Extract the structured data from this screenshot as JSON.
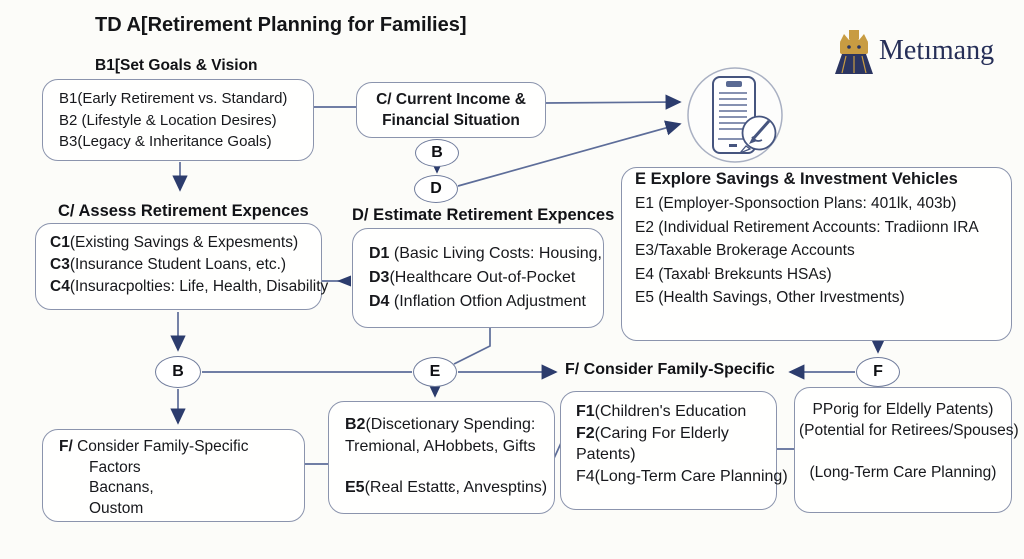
{
  "title": "TD A[Retirement Planning for Families]",
  "logo": {
    "brand": "Metımang"
  },
  "headings": {
    "goals": "B1[Set Goals & Vision",
    "assess": "C/ Assess Retirement Expences",
    "estimate": "D/ Estimate Retirement Expences",
    "family": "F/ Consider Family-Specific"
  },
  "nodes": {
    "b_upper": "B",
    "d_upper": "D",
    "b_lower": "B",
    "e_lower": "E",
    "f_lower": "F"
  },
  "boxes": {
    "goals": {
      "lines": [
        {
          "b": "",
          "t": "B1(Early Retirement vs. Standard)"
        },
        {
          "b": "",
          "t": "B2 (Lifestyle & Location Desires)"
        },
        {
          "b": "",
          "t": "B3(Legacy & Inheritance Goals)"
        }
      ]
    },
    "current": {
      "line1": "C/ Current Income &",
      "line2": "Financial Situation"
    },
    "explore": {
      "title": "E Explore Savings & Investment Vehicles",
      "lines": [
        "E1 (Employer-Sponsoction Plans: 401lk, 403b)",
        "E2 (Individual Retirement Accounts: Tradiionn IRA",
        "E3/Taxable Brokerage Accounts",
        "E4 (Taxabŀ Brekɛunts HSAs)",
        "E5 (Health Savings, Other Irvestments)"
      ]
    },
    "assess": {
      "lines": [
        {
          "b": "C1",
          "t": "(Existing Savings & Expesments)"
        },
        {
          "b": "C3",
          "t": "(Insurance Student Loans, etc.)"
        },
        {
          "b": "C4",
          "t": "(Insuracpolties: Life, Health, Disability"
        }
      ]
    },
    "estimate": {
      "lines": [
        {
          "b": "D1",
          "t": " (Basic Living Costs: Housing,"
        },
        {
          "b": "D3",
          "t": "(Healthcare Out-of-Pocket"
        },
        {
          "b": "D4",
          "t": " (Inflation Otfion Adjustment"
        }
      ]
    },
    "family": {
      "lines": [
        {
          "b": "F/",
          "t": " Consider Family-Specific"
        },
        {
          "b": "",
          "t": "Factors"
        },
        {
          "b": "",
          "t": "Bacnans,"
        },
        {
          "b": "",
          "t": "Oustom"
        }
      ]
    },
    "discretionary": {
      "lines": [
        {
          "b": "B2",
          "t": "(Discetionary Spending:"
        },
        {
          "b": "",
          "t": "Tremional, AHobbets, Gifts"
        },
        {
          "b": "E5",
          "t": "(Real Estattɛ, Anvesptins)"
        }
      ]
    },
    "children": {
      "lines": [
        {
          "b": "F1",
          "t": "(Children's Education"
        },
        {
          "b": "F2",
          "t": "(Caring For Elderly"
        },
        {
          "b": "",
          "t": "Patents)"
        },
        {
          "b": "",
          "t": "F4(Long-Term Care Planning)"
        }
      ]
    },
    "elderly": {
      "lines": [
        "PPorig for Eldelly Patents)",
        "(Potential for Retirees/Spouses)",
        "(Long-Term Care Planning)"
      ]
    }
  },
  "colors": {
    "line": "#5d6d99",
    "arrowhead": "#2c3c6d",
    "box_border": "#8b94ad",
    "logo_navy": "#262f58",
    "logo_gold": "#c89c42"
  },
  "icons": {
    "phone": "phone-signature-icon",
    "logo": "brand-crown-icon"
  }
}
